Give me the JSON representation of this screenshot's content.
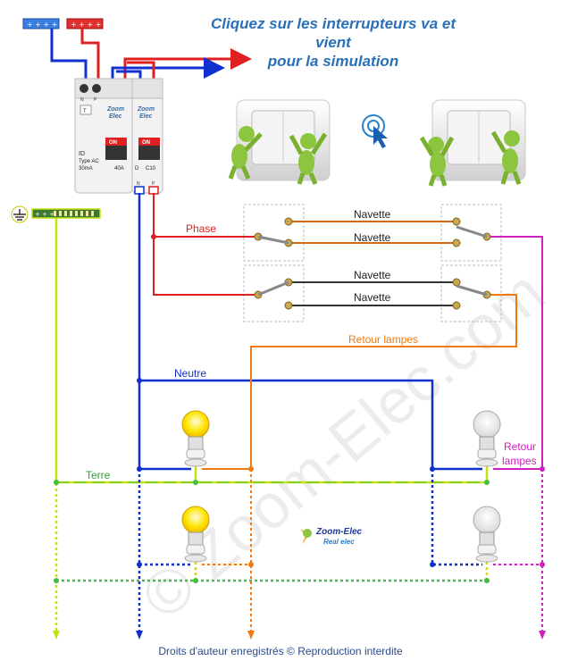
{
  "title": {
    "line1": "Cliquez sur les interrupteurs va et vient",
    "line2": "pour la simulation"
  },
  "labels": {
    "phase": "Phase",
    "navette": "Navette",
    "retour_lampes": "Retour lampes",
    "retour_line1": "Retour",
    "retour_line2": "lampes",
    "neutre": "Neutre",
    "terre": "Terre"
  },
  "breaker_id": {
    "brand1": "Zoom",
    "brand2": "Elec",
    "name": "ID",
    "type": "Type AC",
    "sensitivity": "30mA",
    "rating": "40A",
    "on": "ON",
    "terminal_n": "N",
    "terminal_p": "P",
    "test": "T"
  },
  "breaker_c10": {
    "brand1": "Zoom",
    "brand2": "Elec",
    "on": "ON",
    "d": "D",
    "rating": "C10",
    "terminal_n": "N",
    "terminal_p": "P"
  },
  "logo": {
    "line1": "Zoom-Elec",
    "line2": "Real elec"
  },
  "footer": "Droits d'auteur enregistrés © Reproduction interdite",
  "colors": {
    "phase": "#e02020",
    "neutre": "#1030d0",
    "navette": "#d06a10",
    "navette_dark": "#333333",
    "retour": "#d020c0",
    "retour_lampes": "#f07a10",
    "terre": "#c8e010",
    "title": "#2a6fb8"
  },
  "icons": [
    "pointer-click-icon",
    "ground-icon",
    "bulb-lit-icon",
    "bulb-off-icon",
    "switch-icon",
    "person-figure-icon"
  ]
}
